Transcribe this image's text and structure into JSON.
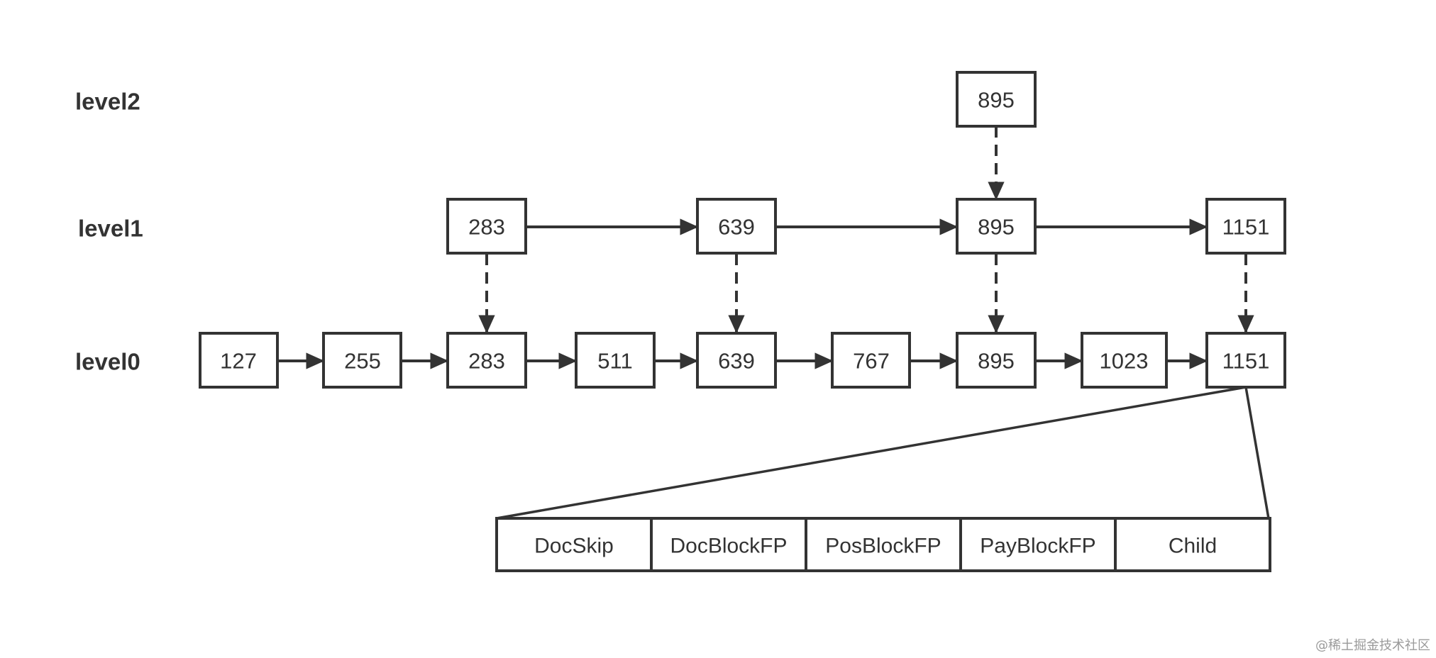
{
  "levels": [
    "level2",
    "level1",
    "level0"
  ],
  "level2_nodes": [
    "895"
  ],
  "level1_nodes": [
    "283",
    "639",
    "895",
    "1151"
  ],
  "level0_nodes": [
    "127",
    "255",
    "283",
    "511",
    "639",
    "767",
    "895",
    "1023",
    "1151"
  ],
  "entry_fields": [
    "DocSkip",
    "DocBlockFP",
    "PosBlockFP",
    "PayBlockFP",
    "Child"
  ],
  "watermark": "@稀土掘金技术社区",
  "colors": {
    "stroke": "#333333",
    "background": "#ffffff",
    "watermark": "#9a9a9a"
  }
}
